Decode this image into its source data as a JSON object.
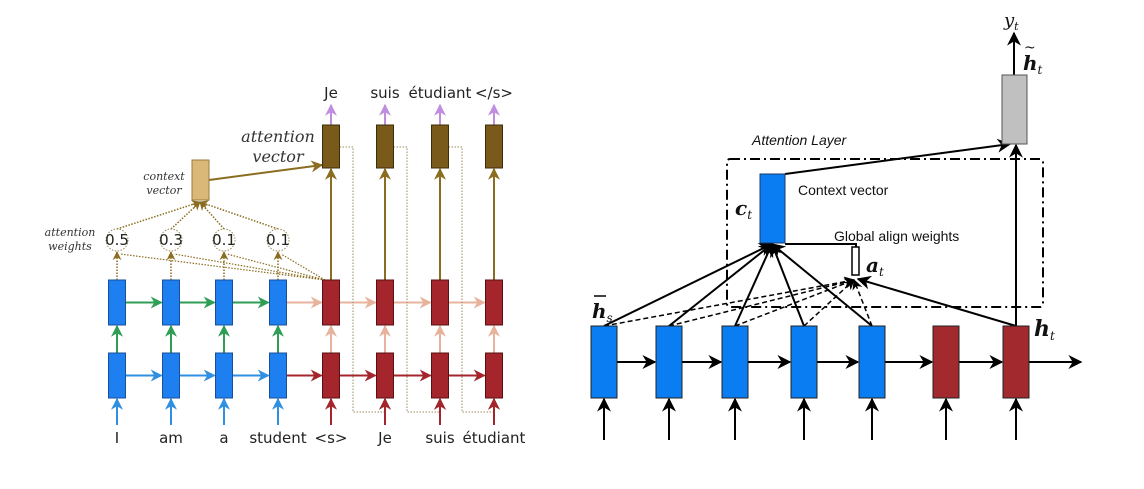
{
  "left_diagram": {
    "source_words": [
      "I",
      "am",
      "a",
      "student"
    ],
    "target_inputs": [
      "<s>",
      "Je",
      "suis",
      "étudiant"
    ],
    "outputs": [
      "Je",
      "suis",
      "étudiant",
      "</s>"
    ],
    "attention_weights": [
      "0.5",
      "0.3",
      "0.1",
      "0.1"
    ],
    "labels": {
      "context_vector": [
        "context",
        "vector"
      ],
      "attention_vector": [
        "attention",
        "vector"
      ],
      "attention_weights": [
        "attention",
        "weights"
      ]
    },
    "colors": {
      "encoder": "#1e7ff0",
      "decoder": "#a4262c",
      "attention_vector": "#7a5a1a",
      "context_vector": "#d9b878",
      "output_arrow": "#c08ee0",
      "encoder_top_arrow": "#2e9e55",
      "encoder_bottom_arrow": "#2f8fe0",
      "decoder_top_arrow": "#e7b39c",
      "decoder_bottom_arrow": "#a4262c",
      "attention_line": "#8a6d1f"
    }
  },
  "right_diagram": {
    "title": "Attention Layer",
    "context_vector_label": "Context vector",
    "align_weights_label": "Global align weights",
    "math": {
      "y_t": "y",
      "y_sub": "t",
      "h_tilde": "h",
      "h_tilde_sub": "t",
      "c_t": "c",
      "c_sub": "t",
      "a_t": "a",
      "a_sub": "t",
      "h_bar_s": "h",
      "h_bar_sub": "s",
      "h_t": "h",
      "h_t_sub": "t"
    },
    "encoder_count": 5,
    "decoder_count": 2,
    "colors": {
      "encoder": "#0a7df2",
      "decoder": "#a2292d",
      "output": "#c0c0c0",
      "line": "#000000"
    }
  }
}
